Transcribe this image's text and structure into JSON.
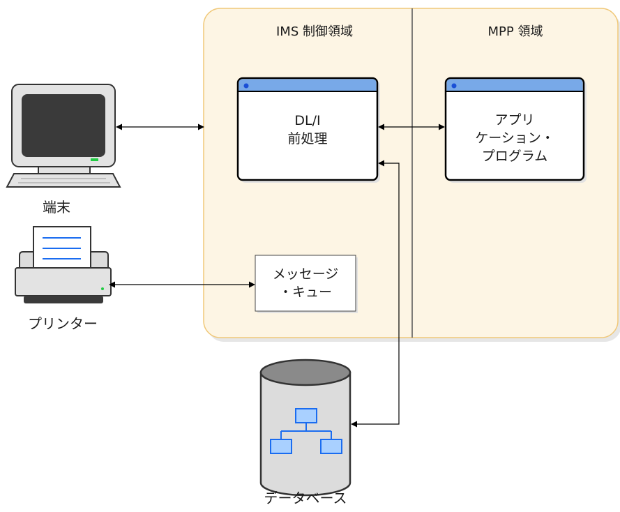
{
  "regions": {
    "ims_control_title": "IMS  制御領域",
    "mpp_title": "MPP 領域"
  },
  "windows": {
    "dli": {
      "line1": "DL/I",
      "line2": "前処理"
    },
    "app": {
      "line1": "アプリ",
      "line2": "ケーション・",
      "line3": "プログラム"
    }
  },
  "queue": {
    "line1": "メッセージ",
    "line2": "・キュー"
  },
  "devices": {
    "terminal_label": "端末",
    "printer_label": "プリンター",
    "database_label": "データベース"
  },
  "colors": {
    "region_fill": "#fdf5e4",
    "region_border": "#f0c878",
    "window_titlebar": "#78a9e8",
    "window_dot": "#1a4fd6",
    "db_icon_fill": "#a9d0ff",
    "db_icon_stroke": "#1a6cf0",
    "device_body": "#e3e3e3",
    "device_screen": "#3a3a3a",
    "indicator_green": "#22cc44"
  },
  "icons": {
    "terminal": "desktop-computer-icon",
    "printer": "printer-icon",
    "database": "database-cylinder-icon",
    "hierarchy": "hierarchy-tree-icon"
  }
}
